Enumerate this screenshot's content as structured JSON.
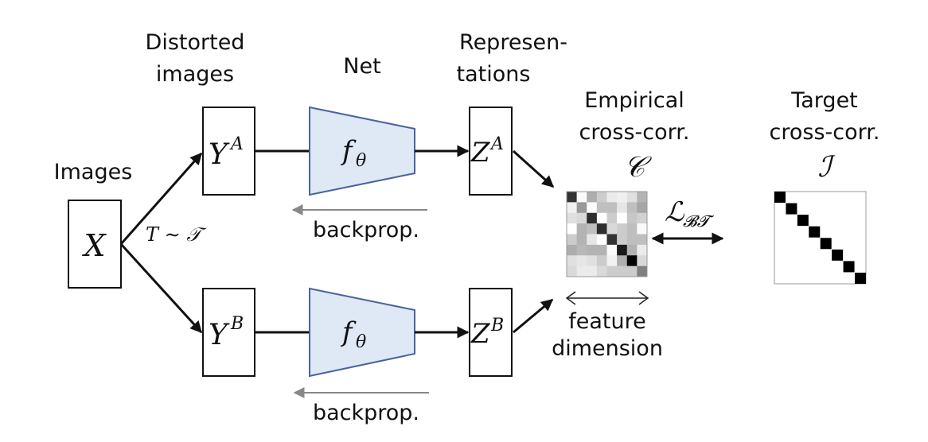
{
  "labels": {
    "images": "Images",
    "distorted_1": "Distorted",
    "distorted_2": "images",
    "net": "Net",
    "repr_1": "Represen-",
    "repr_2": "tations",
    "empirical_1": "Empirical",
    "empirical_2": "cross-corr.",
    "target_1": "Target",
    "target_2": "cross-corr.",
    "feature_1": "feature",
    "feature_2": "dimension",
    "backprop_top": "backprop.",
    "backprop_bottom": "backprop."
  },
  "math": {
    "x": "X",
    "ya_base": "Y",
    "ya_sup": "A",
    "yb_base": "Y",
    "yb_sup": "B",
    "za_base": "Z",
    "za_sup": "A",
    "zb_base": "Z",
    "zb_sup": "B",
    "f_base": "f",
    "f_sub": "θ",
    "transform": "T ∼ 𝒯",
    "c_symbol": "𝒞",
    "i_symbol": "ℐ",
    "loss_base": "ℒ",
    "loss_sub": "𝓑𝓣"
  },
  "colors": {
    "net_fill": "#dfe8f5",
    "net_stroke": "#4a63a0",
    "backprop_arrow": "#888888"
  },
  "empirical_matrix": [
    [
      0.8,
      0.02,
      0.32,
      0.2,
      0.08,
      0.06,
      0.12,
      0.3
    ],
    [
      0.06,
      0.4,
      0.02,
      0.25,
      0.25,
      0.1,
      0.25,
      0.35
    ],
    [
      0.12,
      0.15,
      0.82,
      0.0,
      0.2,
      0.0,
      0.22,
      0.18
    ],
    [
      0.0,
      0.3,
      0.25,
      0.82,
      0.15,
      0.2,
      0.25,
      0.02
    ],
    [
      0.2,
      0.3,
      0.1,
      0.0,
      0.8,
      0.2,
      0.25,
      0.25
    ],
    [
      0.32,
      0.28,
      0.3,
      0.3,
      0.02,
      0.9,
      0.3,
      0.08
    ],
    [
      0.12,
      0.1,
      0.12,
      0.2,
      0.05,
      0.32,
      0.98,
      0.15
    ],
    [
      0.15,
      0.08,
      0.08,
      0.15,
      0.2,
      0.2,
      0.2,
      0.5
    ]
  ],
  "target_matrix_size": 8
}
